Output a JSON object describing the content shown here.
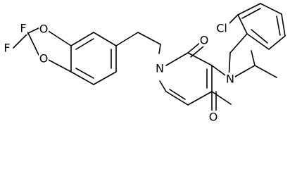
{
  "molecule": {
    "atoms": {
      "f1": "F",
      "f2": "F",
      "o_ring_top": "O",
      "o_ring_bottom": "O",
      "n_ring": "N",
      "o_keto": "O",
      "n_amide": "N",
      "o_amide": "O",
      "cl": "Cl"
    },
    "colors": {
      "bond": "#000000",
      "label": "#000000",
      "background": "#ffffff"
    }
  }
}
